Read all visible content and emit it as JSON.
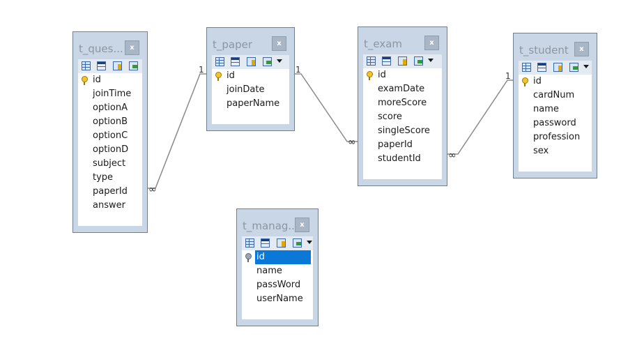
{
  "tables": [
    {
      "key": "t_question",
      "title": "t_ques...",
      "close": "x",
      "fields": [
        "id",
        "joinTime",
        "optionA",
        "optionB",
        "optionC",
        "optionD",
        "subject",
        "type",
        "paperId",
        "answer"
      ]
    },
    {
      "key": "t_paper",
      "title": "t_paper",
      "close": "x",
      "fields": [
        "id",
        "joinDate",
        "paperName"
      ]
    },
    {
      "key": "t_exam",
      "title": "t_exam",
      "close": "x",
      "fields": [
        "id",
        "examDate",
        "moreScore",
        "score",
        "singleScore",
        "paperId",
        "studentId"
      ]
    },
    {
      "key": "t_student",
      "title": "t_student",
      "close": "x",
      "fields": [
        "id",
        "cardNum",
        "name",
        "password",
        "profession",
        "sex"
      ]
    },
    {
      "key": "t_manager",
      "title": "t_manag...",
      "close": "x",
      "fields": [
        "id",
        "name",
        "passWord",
        "userName"
      ],
      "selected_field": "id"
    }
  ],
  "relations": [
    {
      "one_label": "1",
      "many_label": "∞"
    },
    {
      "one_label": "1",
      "many_label": "∞"
    },
    {
      "one_label": "1",
      "many_label": "∞"
    }
  ],
  "colors": {
    "line": "#8a8a8a",
    "selection": "#0a78d7",
    "frame": "#c9d6e6",
    "key": "#f4c430"
  },
  "icons": [
    "table-grid-icon",
    "form-view-icon",
    "key-design-icon",
    "import-icon",
    "dropdown-arrow-icon"
  ]
}
